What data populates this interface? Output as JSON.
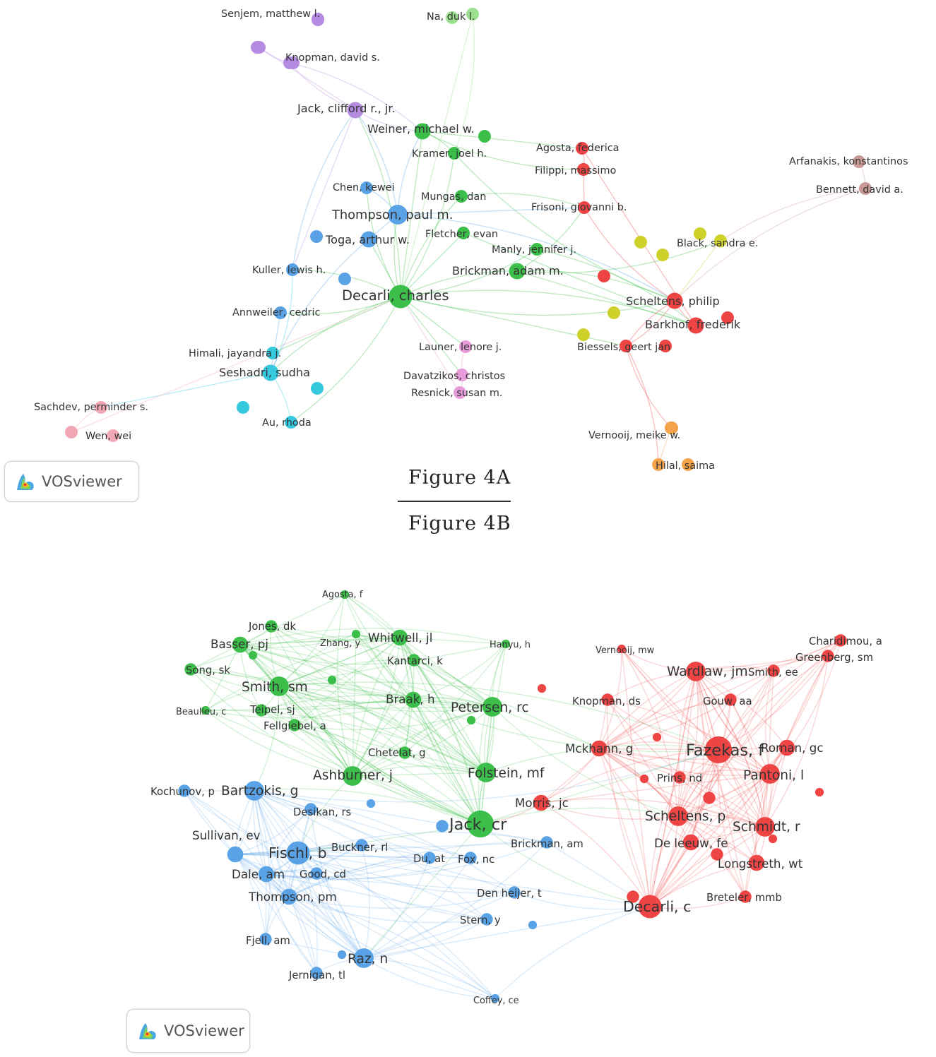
{
  "captions": {
    "a": "Figure 4A",
    "b": "Figure 4B"
  },
  "brand": {
    "label": "VOSviewer"
  },
  "colors": {
    "purple": "#b48be0",
    "green": "#3cbf4a",
    "lightgreen": "#9be08f",
    "blue": "#5aa2e6",
    "cyan": "#36c9de",
    "pink": "#f2a7b4",
    "magenta": "#e79ad9",
    "red": "#ef4444",
    "brown": "#c99a96",
    "yellow": "#cdd12a",
    "orange": "#f4a34a"
  },
  "network_a": {
    "nodes": [
      {
        "label": "Senjem, matthew l.",
        "cluster": "purple",
        "size": 2
      },
      {
        "label": "Knopman, david s.",
        "cluster": "purple",
        "size": 2
      },
      {
        "label": "Jack, clifford r., jr.",
        "cluster": "purple",
        "size": 3
      },
      {
        "label": "Na, duk l.",
        "cluster": "lightgreen",
        "size": 2
      },
      {
        "label": "Weiner, michael w.",
        "cluster": "green",
        "size": 3
      },
      {
        "label": "Kramer, joel h.",
        "cluster": "green",
        "size": 2
      },
      {
        "label": "Mungas, dan",
        "cluster": "green",
        "size": 2
      },
      {
        "label": "Fletcher, evan",
        "cluster": "green",
        "size": 2
      },
      {
        "label": "Manly, jennifer j.",
        "cluster": "green",
        "size": 2
      },
      {
        "label": "Brickman, adam m.",
        "cluster": "green",
        "size": 3
      },
      {
        "label": "Decarli, charles",
        "cluster": "green",
        "size": 5
      },
      {
        "label": "Chen, kewei",
        "cluster": "blue",
        "size": 2
      },
      {
        "label": "Thompson, paul m.",
        "cluster": "blue",
        "size": 4
      },
      {
        "label": "Toga, arthur w.",
        "cluster": "blue",
        "size": 3
      },
      {
        "label": "Kuller, lewis h.",
        "cluster": "blue",
        "size": 2
      },
      {
        "label": "Annweiler, cedric",
        "cluster": "blue",
        "size": 2
      },
      {
        "label": "Himali, jayandra j.",
        "cluster": "cyan",
        "size": 2
      },
      {
        "label": "Seshadri, sudha",
        "cluster": "cyan",
        "size": 3
      },
      {
        "label": "Au, rhoda",
        "cluster": "cyan",
        "size": 2
      },
      {
        "label": "Sachdev, perminder s.",
        "cluster": "pink",
        "size": 2
      },
      {
        "label": "Wen, wei",
        "cluster": "pink",
        "size": 2
      },
      {
        "label": "Launer, lenore j.",
        "cluster": "magenta",
        "size": 2
      },
      {
        "label": "Davatzikos, christos",
        "cluster": "magenta",
        "size": 2
      },
      {
        "label": "Resnick, susan m.",
        "cluster": "magenta",
        "size": 2
      },
      {
        "label": "Agosta, federica",
        "cluster": "red",
        "size": 2
      },
      {
        "label": "Filippi, massimo",
        "cluster": "red",
        "size": 2
      },
      {
        "label": "Frisoni, giovanni b.",
        "cluster": "red",
        "size": 2
      },
      {
        "label": "Scheltens, philip",
        "cluster": "red",
        "size": 3
      },
      {
        "label": "Barkhof, frederik",
        "cluster": "red",
        "size": 3
      },
      {
        "label": "Biessels, geert jan",
        "cluster": "red",
        "size": 2
      },
      {
        "label": "Arfanakis, konstantinos",
        "cluster": "brown",
        "size": 2
      },
      {
        "label": "Bennett, david a.",
        "cluster": "brown",
        "size": 2
      },
      {
        "label": "Black, sandra e.",
        "cluster": "yellow",
        "size": 2
      },
      {
        "label": "Vernooij, meike w.",
        "cluster": "orange",
        "size": 2
      },
      {
        "label": "Hilal, saima",
        "cluster": "orange",
        "size": 2
      }
    ]
  },
  "network_b": {
    "nodes": [
      {
        "label": "Agosta, f",
        "cluster": "green",
        "size": 1
      },
      {
        "label": "Jones, dk",
        "cluster": "green",
        "size": 2
      },
      {
        "label": "Basser, pj",
        "cluster": "green",
        "size": 3
      },
      {
        "label": "Zhang, y",
        "cluster": "green",
        "size": 1
      },
      {
        "label": "Whitwell, jl",
        "cluster": "green",
        "size": 3
      },
      {
        "label": "Kantarci, k",
        "cluster": "green",
        "size": 2
      },
      {
        "label": "Hanyu, h",
        "cluster": "green",
        "size": 1
      },
      {
        "label": "Song, sk",
        "cluster": "green",
        "size": 2
      },
      {
        "label": "Smith, sm",
        "cluster": "green",
        "size": 4
      },
      {
        "label": "Beaulieu, c",
        "cluster": "green",
        "size": 1
      },
      {
        "label": "Teipel, sj",
        "cluster": "green",
        "size": 2
      },
      {
        "label": "Fellgiebel, a",
        "cluster": "green",
        "size": 2
      },
      {
        "label": "Braak, h",
        "cluster": "green",
        "size": 3
      },
      {
        "label": "Petersen, rc",
        "cluster": "green",
        "size": 4
      },
      {
        "label": "Chetelat, g",
        "cluster": "green",
        "size": 2
      },
      {
        "label": "Ashburner, j",
        "cluster": "green",
        "size": 4
      },
      {
        "label": "Folstein, mf",
        "cluster": "green",
        "size": 4
      },
      {
        "label": "Jack, cr",
        "cluster": "green",
        "size": 6
      },
      {
        "label": "Kochunov, p",
        "cluster": "blue",
        "size": 2
      },
      {
        "label": "Bartzokis, g",
        "cluster": "blue",
        "size": 4
      },
      {
        "label": "Desikan, rs",
        "cluster": "blue",
        "size": 2
      },
      {
        "label": "Sullivan, ev",
        "cluster": "blue",
        "size": 3
      },
      {
        "label": "Fischl, b",
        "cluster": "blue",
        "size": 5
      },
      {
        "label": "Buckner, rl",
        "cluster": "blue",
        "size": 2
      },
      {
        "label": "Du, at",
        "cluster": "blue",
        "size": 2
      },
      {
        "label": "Fox, nc",
        "cluster": "blue",
        "size": 2
      },
      {
        "label": "Dale, am",
        "cluster": "blue",
        "size": 3
      },
      {
        "label": "Good, cd",
        "cluster": "blue",
        "size": 2
      },
      {
        "label": "Thompson, pm",
        "cluster": "blue",
        "size": 3
      },
      {
        "label": "Den heijer, t",
        "cluster": "blue",
        "size": 2
      },
      {
        "label": "Stern, y",
        "cluster": "blue",
        "size": 2
      },
      {
        "label": "Fjell, am",
        "cluster": "blue",
        "size": 2
      },
      {
        "label": "Raz, n",
        "cluster": "blue",
        "size": 4
      },
      {
        "label": "Jernigan, tl",
        "cluster": "blue",
        "size": 2
      },
      {
        "label": "Coffey, ce",
        "cluster": "blue",
        "size": 1
      },
      {
        "label": "Brickman, am",
        "cluster": "blue",
        "size": 2
      },
      {
        "label": "Vernooij, mw",
        "cluster": "red",
        "size": 1
      },
      {
        "label": "Charidimou, a",
        "cluster": "red",
        "size": 2
      },
      {
        "label": "Greenberg, sm",
        "cluster": "red",
        "size": 2
      },
      {
        "label": "Wardlaw, jm",
        "cluster": "red",
        "size": 4
      },
      {
        "label": "Smith, ee",
        "cluster": "red",
        "size": 2
      },
      {
        "label": "Knopman, ds",
        "cluster": "red",
        "size": 2
      },
      {
        "label": "Gouw, aa",
        "cluster": "red",
        "size": 2
      },
      {
        "label": "Mckhann, g",
        "cluster": "red",
        "size": 3
      },
      {
        "label": "Fazekas, f",
        "cluster": "red",
        "size": 6
      },
      {
        "label": "Roman, gc",
        "cluster": "red",
        "size": 3
      },
      {
        "label": "Prins, nd",
        "cluster": "red",
        "size": 2
      },
      {
        "label": "Pantoni, l",
        "cluster": "red",
        "size": 4
      },
      {
        "label": "Morris, jc",
        "cluster": "red",
        "size": 3
      },
      {
        "label": "Scheltens, p",
        "cluster": "red",
        "size": 4
      },
      {
        "label": "Schmidt, r",
        "cluster": "red",
        "size": 4
      },
      {
        "label": "De leeuw, fe",
        "cluster": "red",
        "size": 3
      },
      {
        "label": "Longstreth, wt",
        "cluster": "red",
        "size": 3
      },
      {
        "label": "Breteler, mmb",
        "cluster": "red",
        "size": 2
      },
      {
        "label": "Decarli, c",
        "cluster": "red",
        "size": 5
      }
    ]
  }
}
